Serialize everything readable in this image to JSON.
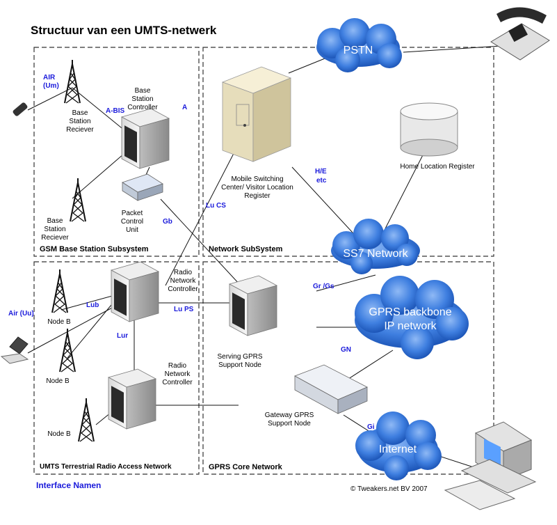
{
  "title": "Structuur van een UMTS-netwerk",
  "sections": {
    "gsm": "GSM Base Station Subsystem",
    "nss": "Network SubSystem",
    "utran": "UMTS Terrestrial Radio Access Network",
    "gprs": "GPRS Core Network"
  },
  "clouds": {
    "pstn": "PSTN",
    "ss7": "SS7 Network",
    "gprs_backbone_1": "GPRS backbone",
    "gprs_backbone_2": "IP network",
    "internet": "Internet"
  },
  "nodes": {
    "bsc": [
      "Base",
      "Station",
      "Controller"
    ],
    "bsr1": [
      "Base",
      "Station",
      "Reciever"
    ],
    "bsr2": [
      "Base",
      "Station",
      "Reciever"
    ],
    "pcu": [
      "Packet",
      "Control",
      "Unit"
    ],
    "msc": [
      "Mobile Switching",
      "Center/ Visitor Location",
      "Register"
    ],
    "hlr": "Home Location Register",
    "rnc1": [
      "Radio",
      "Network",
      "Controller"
    ],
    "rnc2": [
      "Radio",
      "Network",
      "Controller"
    ],
    "nodeb1": "Node B",
    "nodeb2": "Node B",
    "nodeb3": "Node B",
    "sgsn": [
      "Serving GPRS",
      "Support Node"
    ],
    "ggsn": [
      "Gateway GPRS",
      "Support Node"
    ]
  },
  "interfaces": {
    "air_um_1": "AIR",
    "air_um_2": "(Um)",
    "abis": "A-BIS",
    "a": "A",
    "he_1": "H/E",
    "he_2": "etc",
    "lucs": "Lu CS",
    "gb": "Gb",
    "air_uu": "Air (Uu)",
    "lub": "Lub",
    "lups": "Lu PS",
    "lur": "Lur",
    "grgs": "Gr /Gs",
    "gn": "GN",
    "gi": "Gi"
  },
  "legend": "Interface Namen",
  "copyright": "© Tweakers.net BV 2007",
  "colors": {
    "cloud": "#2f6fd6",
    "interface_text": "#1a1adb",
    "server_dark": "#2a2a2a",
    "msc_body": "#efe6c8"
  }
}
